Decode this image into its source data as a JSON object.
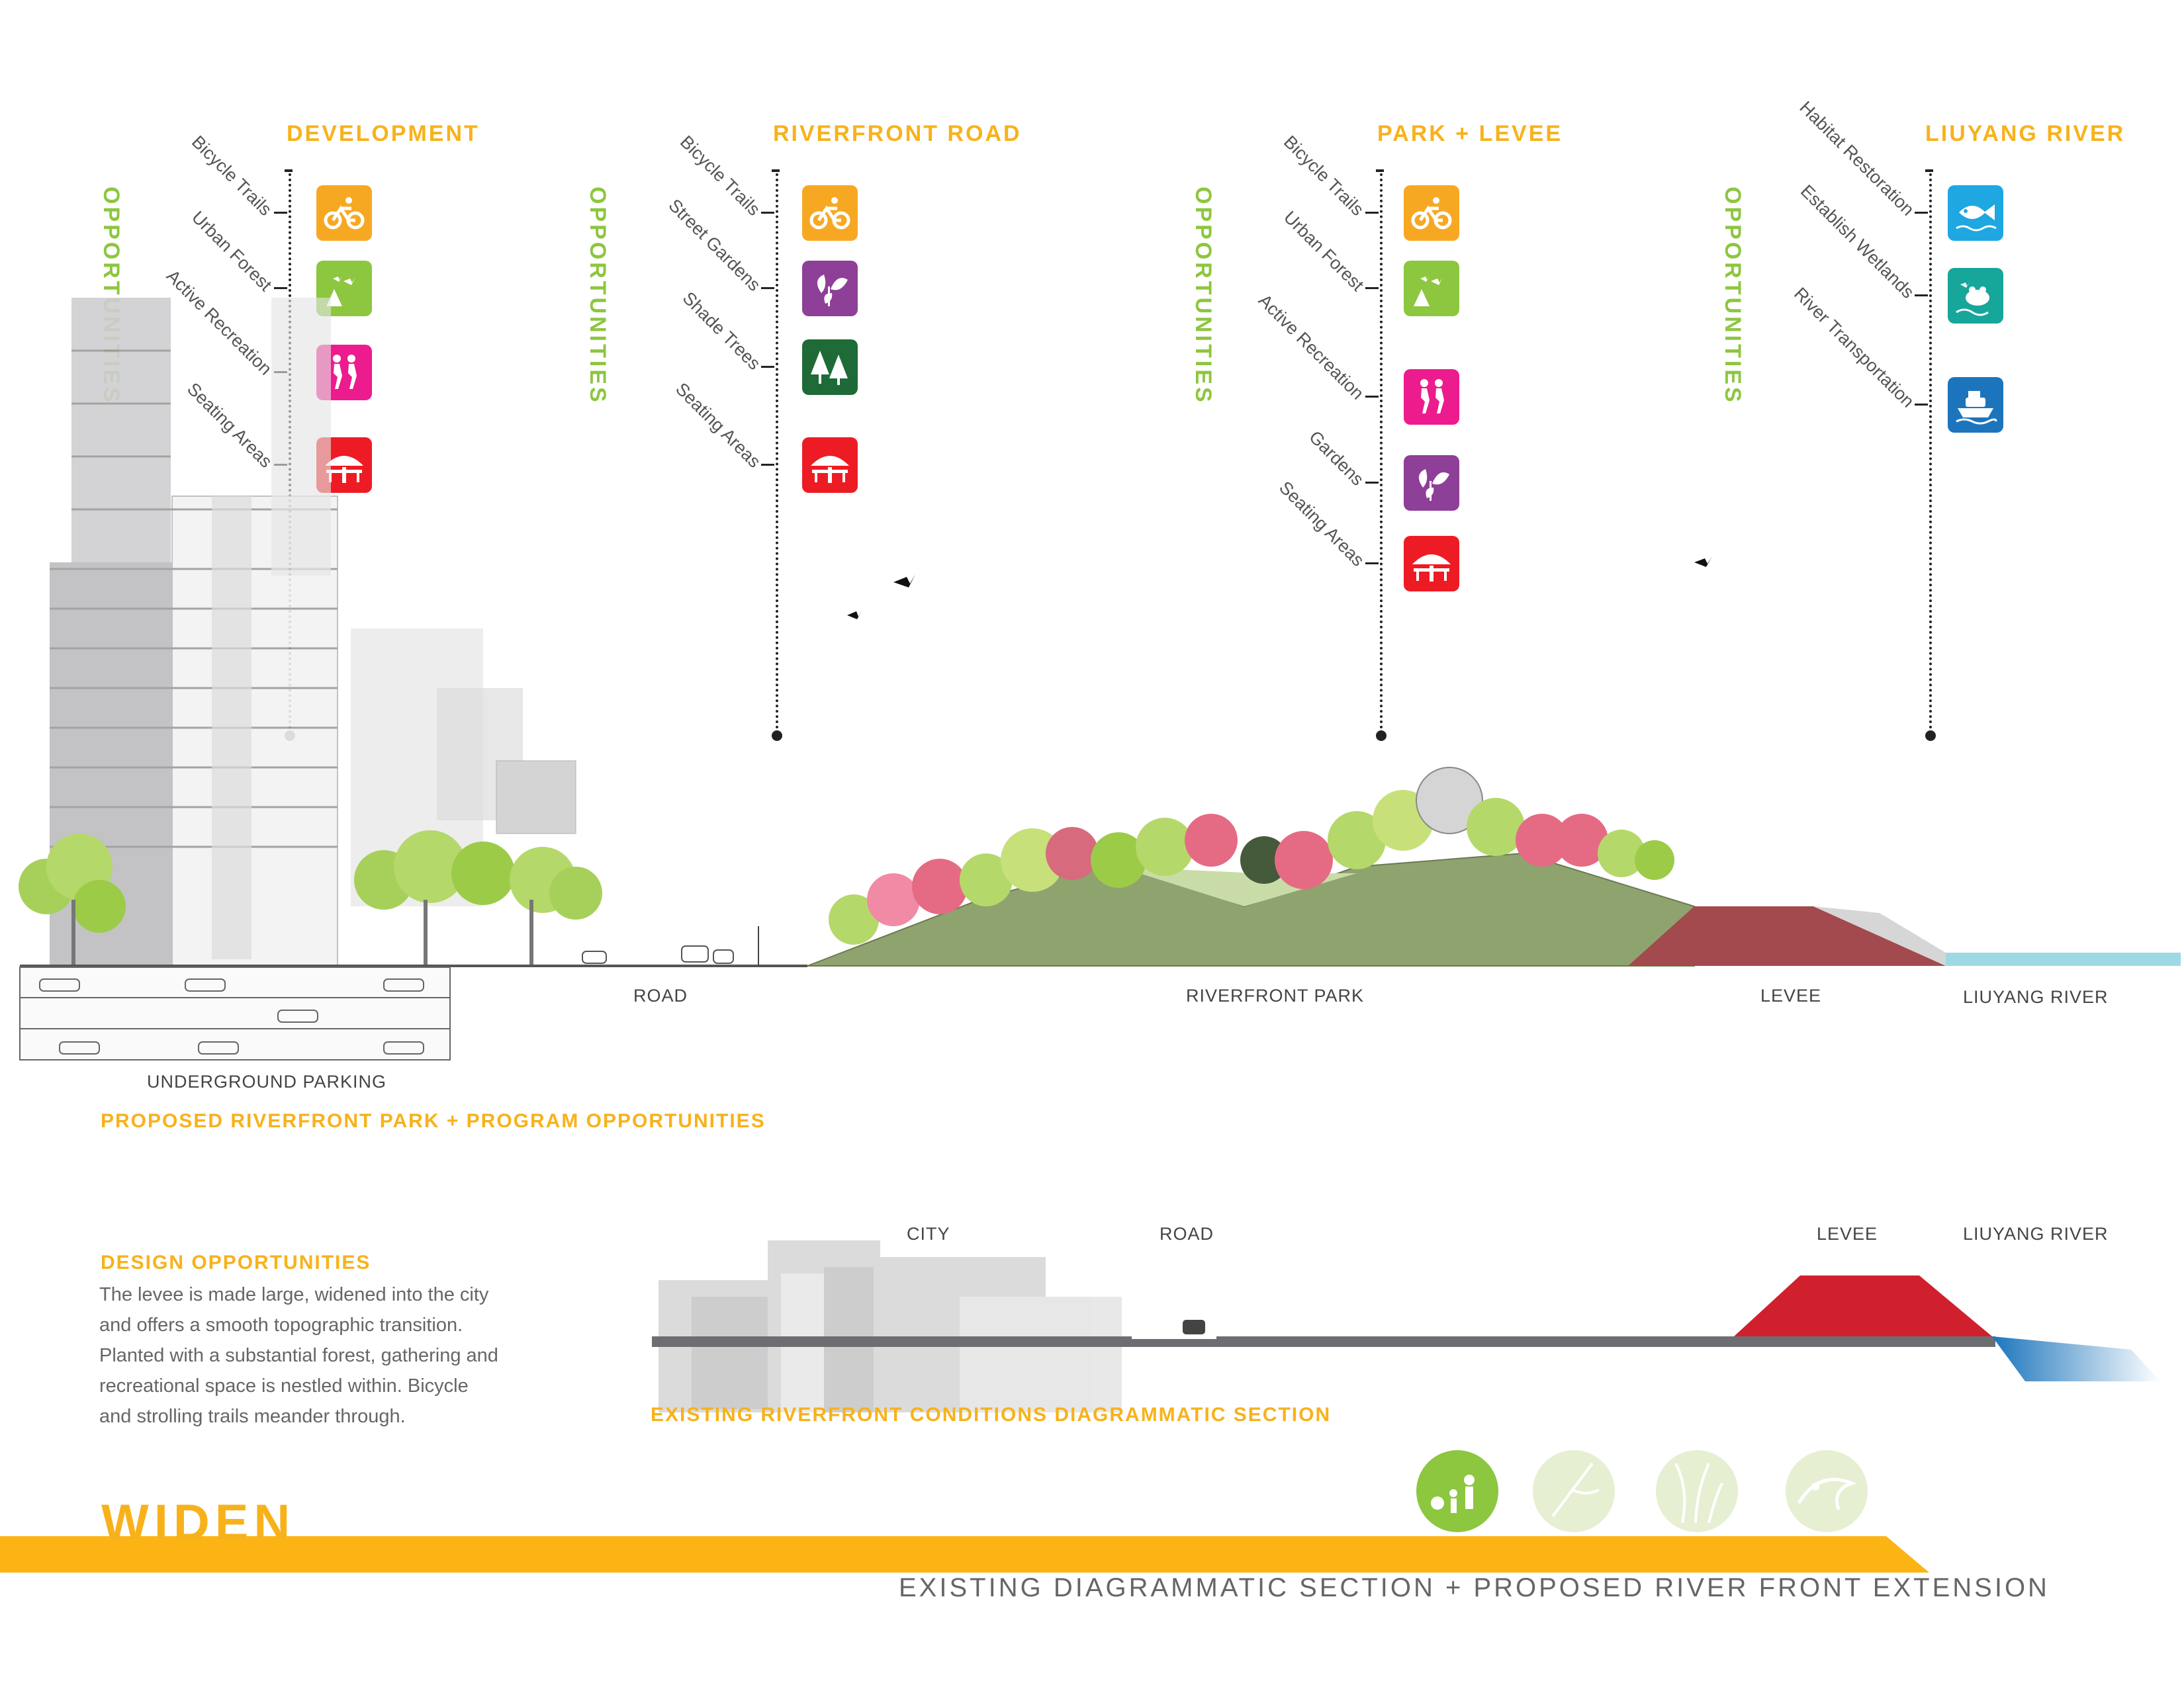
{
  "categories": [
    {
      "title": "DEVELOPMENT",
      "opportunities_label": "OPPORTUNITIES",
      "items": [
        {
          "label": "Bicycle Trails",
          "icon": "bicycle-icon",
          "color": "#F7A823"
        },
        {
          "label": "Urban Forest",
          "icon": "urban-forest-icon",
          "color": "#8DC63F"
        },
        {
          "label": "Active Recreation",
          "icon": "active-recreation-icon",
          "color": "#EC1C8E"
        },
        {
          "label": "Seating Areas",
          "icon": "seating-areas-icon",
          "color": "#ED1C24"
        }
      ]
    },
    {
      "title": "RIVERFRONT ROAD",
      "opportunities_label": "OPPORTUNITIES",
      "items": [
        {
          "label": "Bicycle Trails",
          "icon": "bicycle-icon",
          "color": "#F7A823"
        },
        {
          "label": "Street Gardens",
          "icon": "garden-icon",
          "color": "#8E3F97"
        },
        {
          "label": "Shade Trees",
          "icon": "shade-trees-icon",
          "color": "#1E6B37"
        },
        {
          "label": "Seating Areas",
          "icon": "seating-areas-icon",
          "color": "#ED1C24"
        }
      ]
    },
    {
      "title": "PARK + LEVEE",
      "opportunities_label": "OPPORTUNITIES",
      "items": [
        {
          "label": "Bicycle Trails",
          "icon": "bicycle-icon",
          "color": "#F7A823"
        },
        {
          "label": "Urban Forest",
          "icon": "urban-forest-icon",
          "color": "#8DC63F"
        },
        {
          "label": "Active Recreation",
          "icon": "active-recreation-icon",
          "color": "#EC1C8E"
        },
        {
          "label": "Gardens",
          "icon": "garden-icon",
          "color": "#8E3F97"
        },
        {
          "label": "Seating Areas",
          "icon": "seating-areas-icon",
          "color": "#ED1C24"
        }
      ]
    },
    {
      "title": "LIUYANG RIVER",
      "opportunities_label": "OPPORTUNITIES",
      "items": [
        {
          "label": "Habitat Restoration",
          "icon": "fish-icon",
          "color": "#1FA7E1"
        },
        {
          "label": "Establish Wetlands",
          "icon": "wetland-frog-icon",
          "color": "#16A69A"
        },
        {
          "label": "River Transportation",
          "icon": "boat-icon",
          "color": "#1C75BC"
        }
      ]
    }
  ],
  "proposed_section": {
    "labels": {
      "road": "ROAD",
      "riverfront_park": "RIVERFRONT PARK",
      "levee": "LEVEE",
      "liuyang_river": "LIUYANG RIVER",
      "underground_parking": "UNDERGROUND PARKING"
    },
    "caption": "PROPOSED RIVERFRONT PARK + PROGRAM OPPORTUNITIES",
    "colors": {
      "park": "#8FA36E",
      "levee": "#A24A4E",
      "water": "#9DD9E2"
    }
  },
  "design_opportunities": {
    "heading": "DESIGN OPPORTUNITIES",
    "lines": [
      "The levee is made large, widened into the city",
      "and offers a smooth topographic transition.",
      "Planted with a substantial forest, gathering and",
      "recreational space is nestled within. Bicycle",
      "and strolling trails meander through."
    ]
  },
  "existing_section": {
    "labels": {
      "city": "CITY",
      "road": "ROAD",
      "levee": "LEVEE",
      "liuyang_river": "LIUYANG RIVER"
    },
    "caption": "EXISTING RIVERFRONT CONDITIONS DIAGRAMMATIC SECTION",
    "colors": {
      "levee": "#D0202E",
      "ground": "#6D6E71",
      "water": "#1C75BC"
    }
  },
  "footer": {
    "title": "WIDEN",
    "subtitle": "EXISTING DIAGRAMMATIC SECTION + PROPOSED RIVER FRONT EXTENSION",
    "bar_color": "#FCB415"
  },
  "page_nav": [
    {
      "name": "page-circle-1",
      "active": true
    },
    {
      "name": "page-circle-2",
      "active": false
    },
    {
      "name": "page-circle-3",
      "active": false
    },
    {
      "name": "page-circle-4",
      "active": false
    }
  ]
}
